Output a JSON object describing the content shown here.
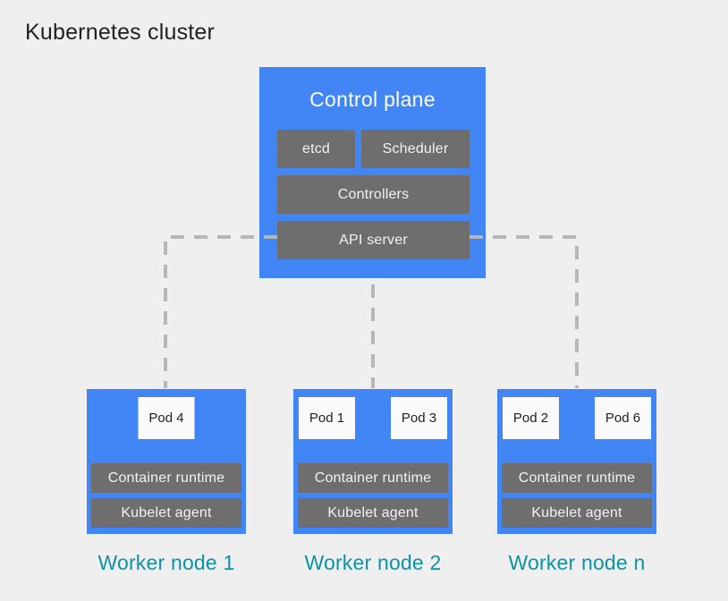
{
  "title": "Kubernetes cluster",
  "control_plane": {
    "label": "Control plane",
    "components": {
      "etcd": "etcd",
      "scheduler": "Scheduler",
      "controllers": "Controllers",
      "api_server": "API server"
    }
  },
  "worker_nodes": [
    {
      "caption": "Worker node 1",
      "pods": [
        "Pod 4"
      ],
      "container_runtime": "Container runtime",
      "kubelet": "Kubelet agent"
    },
    {
      "caption": "Worker node 2",
      "pods": [
        "Pod 1",
        "Pod 3"
      ],
      "container_runtime": "Container runtime",
      "kubelet": "Kubelet agent"
    },
    {
      "caption": "Worker node n",
      "pods": [
        "Pod 2",
        "Pod 6"
      ],
      "container_runtime": "Container runtime",
      "kubelet": "Kubelet agent"
    }
  ],
  "colors": {
    "background": "#efefef",
    "node_blue": "#4285f4",
    "component_gray": "#6e6e6e",
    "pod_white": "#fafafa",
    "caption_teal": "#0e93a4",
    "connector_gray": "#b7b7b7",
    "title_dark": "#202124"
  }
}
